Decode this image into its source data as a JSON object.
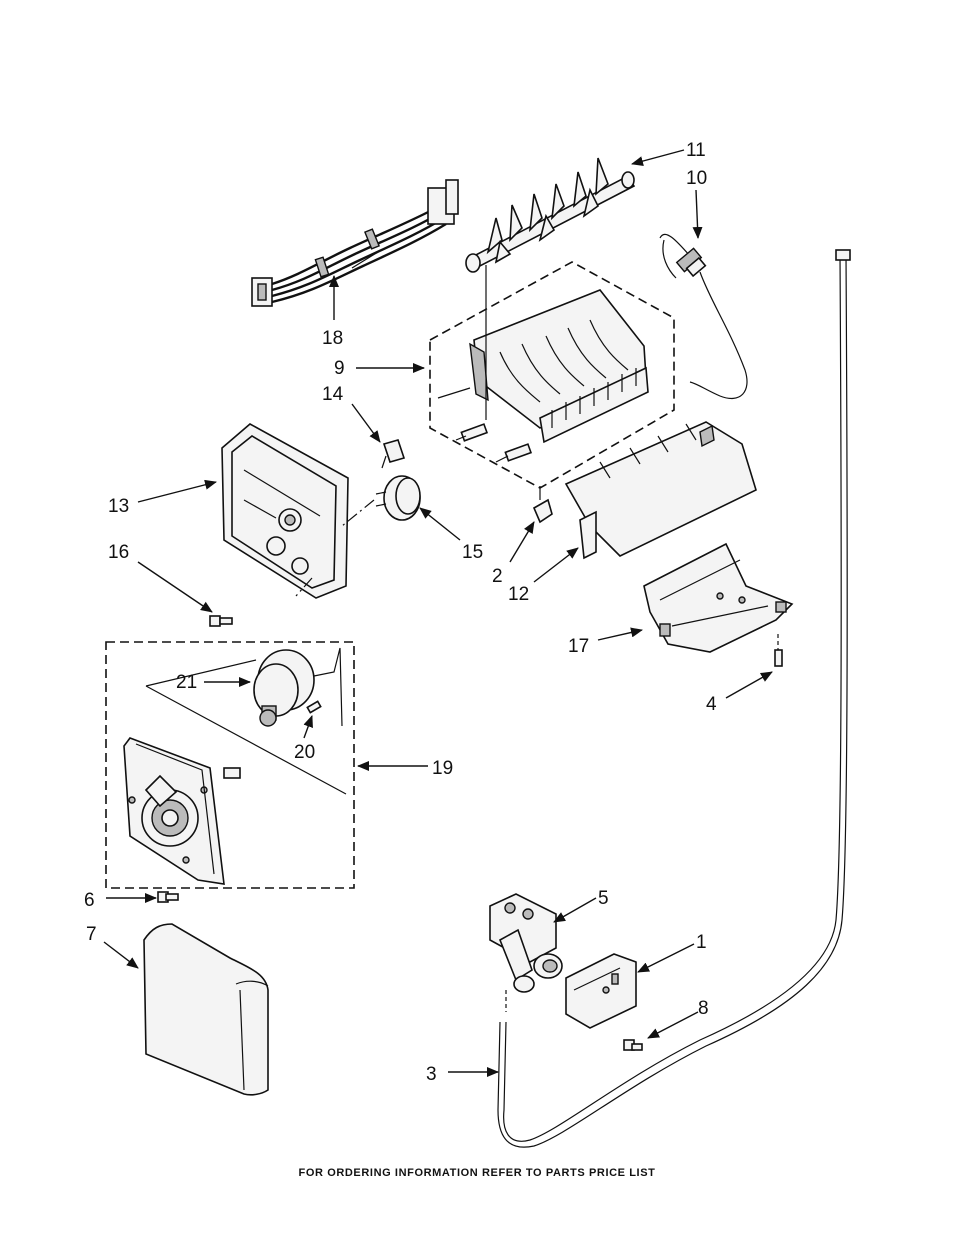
{
  "callouts": [
    "1",
    "2",
    "3",
    "4",
    "5",
    "6",
    "7",
    "8",
    "9",
    "10",
    "11",
    "12",
    "13",
    "14",
    "15",
    "16",
    "17",
    "18",
    "19",
    "20",
    "21"
  ],
  "footer_text": "FOR ORDERING INFORMATION REFER TO PARTS PRICE LIST"
}
